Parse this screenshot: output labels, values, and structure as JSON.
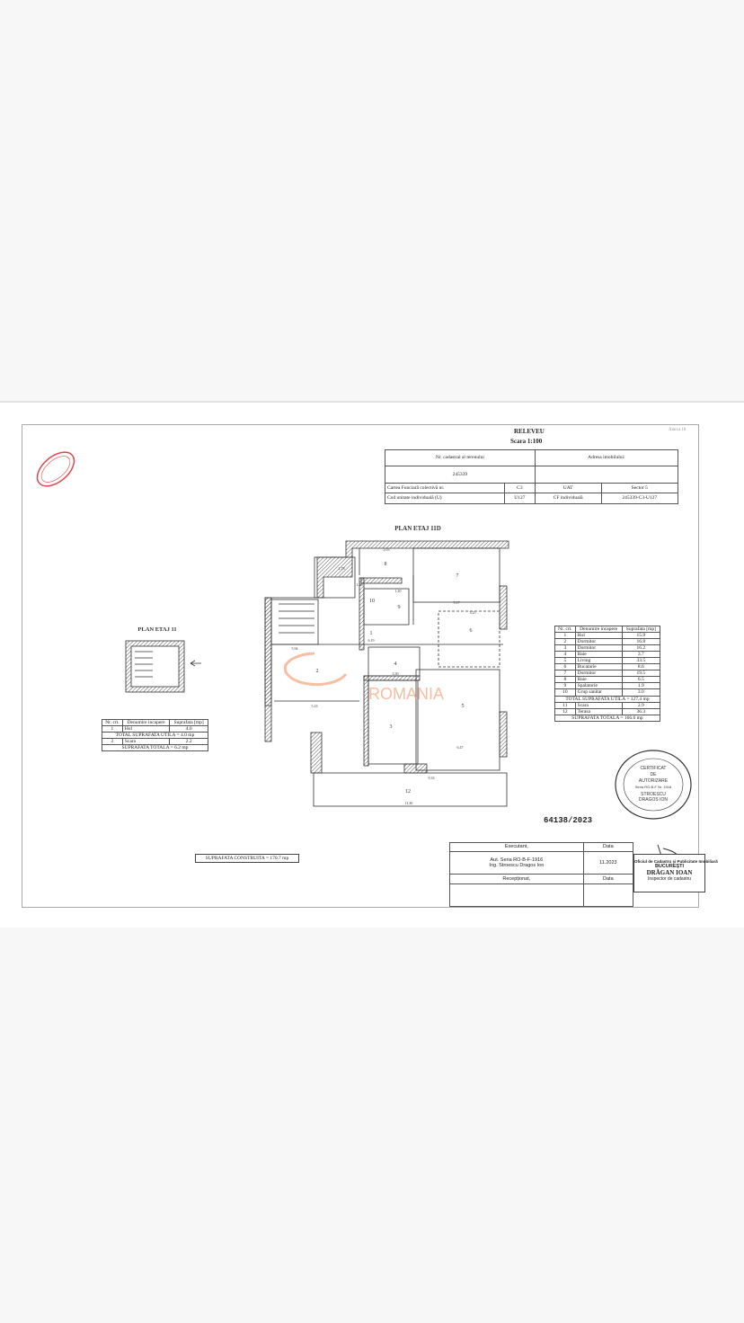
{
  "header": {
    "title": "RELEVEU",
    "scale": "Scara 1:100",
    "annex": "Anexa 18"
  },
  "info_table": {
    "cadastral_label": "Nr. cadastral al terenului",
    "cadastral_value": "245339",
    "address_label": "Adresa imobilului:",
    "address_value": "",
    "cf_label": "Cartea Funciară colectivă nr.",
    "cf_value": "C3",
    "uat_label": "UAT",
    "uat_value": "Sector 5",
    "cod_label": "Cod unitate individuală (U)",
    "cod_value": "U127",
    "cfi_label": "CF individuală",
    "cfi_value": "245339-C3-U127"
  },
  "plan_main": {
    "title": "PLAN ETAJ 11D",
    "rooms": [
      "1",
      "2",
      "3",
      "4",
      "5",
      "6",
      "7",
      "8",
      "9",
      "10",
      "12"
    ],
    "dims": [
      "2.03",
      "1.78",
      "1.30",
      "1.20",
      "5.17",
      "3.25",
      "6.19",
      "5.94",
      "3.30",
      "5.23",
      "6.47",
      "9.33",
      "11.30"
    ]
  },
  "plan_small": {
    "title": "PLAN ETAJ 11"
  },
  "small_table": {
    "headers": [
      "Nr. crt.",
      "Denumire incapere",
      "Suprafata [mp]"
    ],
    "rows": [
      [
        "1",
        "Hol",
        "4.0"
      ]
    ],
    "total_util": "TOTAL SUPRAFATA UTILA = 4.0 mp",
    "rows2": [
      [
        "2",
        "Scara",
        "2.2"
      ]
    ],
    "total": "SUPRAFATA TOTALA = 6.2 mp"
  },
  "rooms_table": {
    "headers": [
      "Nr. crt.",
      "Denumire incapere",
      "Suprafata [mp]"
    ],
    "rows": [
      [
        "1",
        "Hol",
        "15.9"
      ],
      [
        "2",
        "Dormitor",
        "16.8"
      ],
      [
        "3",
        "Dormitor",
        "16.2"
      ],
      [
        "4",
        "Baie",
        "3.7"
      ],
      [
        "5",
        "Living",
        "33.5"
      ],
      [
        "6",
        "Bucatarie",
        "8.6"
      ],
      [
        "7",
        "Dormitor",
        "19.5"
      ],
      [
        "8",
        "Baie",
        "6.5"
      ],
      [
        "9",
        "Spalatorie",
        "1.9"
      ],
      [
        "10",
        "Grup sanitar",
        "3.0"
      ]
    ],
    "total_util": "TOTAL SUPRAFATA UTILA = 127.4 mp",
    "rows2": [
      [
        "11",
        "Scara",
        "2.9"
      ],
      [
        "12",
        "Terasa",
        "36.3"
      ]
    ],
    "total": "SUPRAFATA TOTALA = 166.6 mp"
  },
  "built_area": "SUPRAFATA CONSTRUITA = 170.7 mp",
  "registration_no": "64138/2023",
  "watermark": "ROMANIA",
  "cert_stamp": {
    "lines": [
      "CERTIFICAT",
      "DE",
      "AUTORIZARE",
      "Seria RO-B-F Nr. 1916",
      "STROESCU",
      "DRAGOS ION"
    ]
  },
  "executant_table": {
    "executant_label": "Executant,",
    "date_label": "Data",
    "executant_value": "Aut. Seria RO-B-F-1916",
    "executant_name": "Ing. Stroescu Dragos Ion",
    "date_value": "11.2023",
    "receptionat_label": "Recepționat,",
    "date_label2": "Data"
  },
  "ocpi_stamp": {
    "office": "Oficiul de Cadastru și Publicitate Imobiliară",
    "city": "BUCUREȘTI",
    "name": "DRĂGAN IOAN",
    "role": "Inspector de cadastru"
  },
  "colors": {
    "stamp_red": "#d9474a",
    "watermark_orange": "#f2a27a"
  }
}
